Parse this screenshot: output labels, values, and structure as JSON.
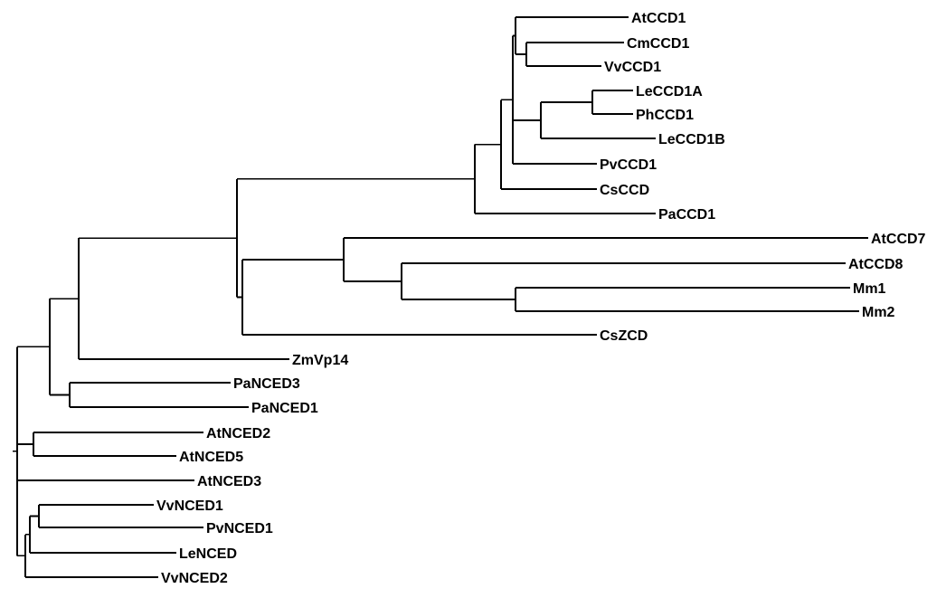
{
  "tree": {
    "leaves": [
      {
        "id": "AtCCD1",
        "label": "AtCCD1"
      },
      {
        "id": "CmCCD1",
        "label": "CmCCD1"
      },
      {
        "id": "VvCCD1",
        "label": "VvCCD1"
      },
      {
        "id": "LeCCD1A",
        "label": "LeCCD1A"
      },
      {
        "id": "PhCCD1",
        "label": "PhCCD1"
      },
      {
        "id": "LeCCD1B",
        "label": "LeCCD1B"
      },
      {
        "id": "PvCCD1",
        "label": "PvCCD1"
      },
      {
        "id": "CsCCD",
        "label": "CsCCD"
      },
      {
        "id": "PaCCD1",
        "label": "PaCCD1"
      },
      {
        "id": "AtCCD7",
        "label": "AtCCD7"
      },
      {
        "id": "AtCCD8",
        "label": "AtCCD8"
      },
      {
        "id": "Mm1",
        "label": "Mm1"
      },
      {
        "id": "Mm2",
        "label": "Mm2"
      },
      {
        "id": "CsZCD",
        "label": "CsZCD"
      },
      {
        "id": "ZmVp14",
        "label": "ZmVp14"
      },
      {
        "id": "PaNCED3",
        "label": "PaNCED3"
      },
      {
        "id": "PaNCED1",
        "label": "PaNCED1"
      },
      {
        "id": "AtNCED2",
        "label": "AtNCED2"
      },
      {
        "id": "AtNCED5",
        "label": "AtNCED5"
      },
      {
        "id": "AtNCED3",
        "label": "AtNCED3"
      },
      {
        "id": "VvNCED1",
        "label": "VvNCED1"
      },
      {
        "id": "PvNCED1",
        "label": "PvNCED1"
      },
      {
        "id": "LeNCED",
        "label": "LeNCED"
      },
      {
        "id": "VvNCED2",
        "label": "VvNCED2"
      }
    ]
  }
}
